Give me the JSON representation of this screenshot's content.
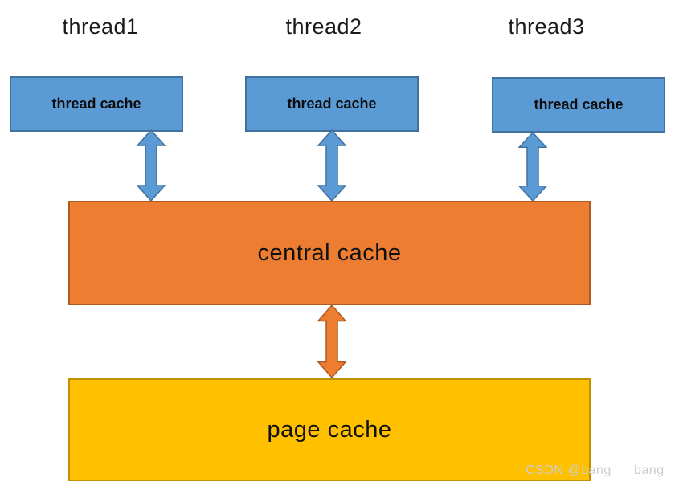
{
  "diagram": {
    "title_labels": [
      {
        "label": "thread1"
      },
      {
        "label": "thread2"
      },
      {
        "label": "thread3"
      }
    ],
    "thread_cache_boxes": [
      {
        "label": "thread cache"
      },
      {
        "label": "thread cache"
      },
      {
        "label": "thread cache"
      }
    ],
    "central_cache": {
      "label": "central cache"
    },
    "page_cache": {
      "label": "page cache"
    },
    "connectors": [
      {
        "name": "thread-cache-1-to-central-cache",
        "type": "double-arrow",
        "color": "blue"
      },
      {
        "name": "thread-cache-2-to-central-cache",
        "type": "double-arrow",
        "color": "blue"
      },
      {
        "name": "thread-cache-3-to-central-cache",
        "type": "double-arrow",
        "color": "blue"
      },
      {
        "name": "central-cache-to-page-cache",
        "type": "double-arrow",
        "color": "orange"
      }
    ]
  },
  "watermark": {
    "text": "CSDN @bang___bang_"
  },
  "colors": {
    "box_blue": "#5B9BD5",
    "box_blue_border": "#41719C",
    "box_orange": "#ED7D31",
    "box_orange_border": "#AE5A21",
    "box_yellow": "#FFC000",
    "box_yellow_border": "#BF9000",
    "watermark_color": "#CDCDCD"
  }
}
